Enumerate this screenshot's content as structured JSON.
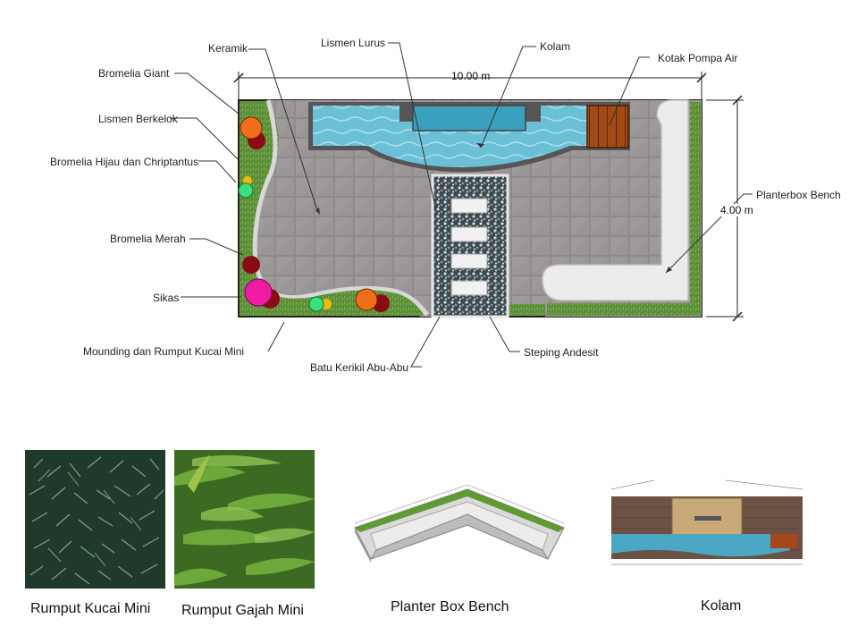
{
  "plan": {
    "dim_width": "10.00 m",
    "dim_height": "4.00 m",
    "labels": {
      "keramik": "Keramik",
      "lismen_lurus": "Lismen Lurus",
      "kolam": "Kolam",
      "kotak_pompa": "Kotak Pompa Air",
      "bromelia_giant": "Bromelia Giant",
      "lismen_berkelok": "Lismen Berkelok",
      "bromelia_hijau": "Bromelia Hijau dan Chriptantus",
      "planterbox_bench": "Planterbox Bench",
      "bromelia_merah": "Bromelia Merah",
      "sikas": "Sikas",
      "mounding": "Mounding dan Rumput Kucai Mini",
      "steping": "Steping Andesit",
      "batu_kerikil": "Batu Kerikil Abu-Abu"
    }
  },
  "captions": {
    "rumput_kucai": "Rumput Kucai Mini",
    "rumput_gajah": "Rumput Gajah Mini",
    "planter_box": "Planter Box Bench",
    "kolam": "Kolam"
  },
  "colors": {
    "grass": "#5f8f3a",
    "tile": "#8d8a8a",
    "water": "#5fb6cf",
    "wood": "#8a3d12",
    "bench": "#e9e9e9",
    "stone": "#cfcfcf"
  }
}
